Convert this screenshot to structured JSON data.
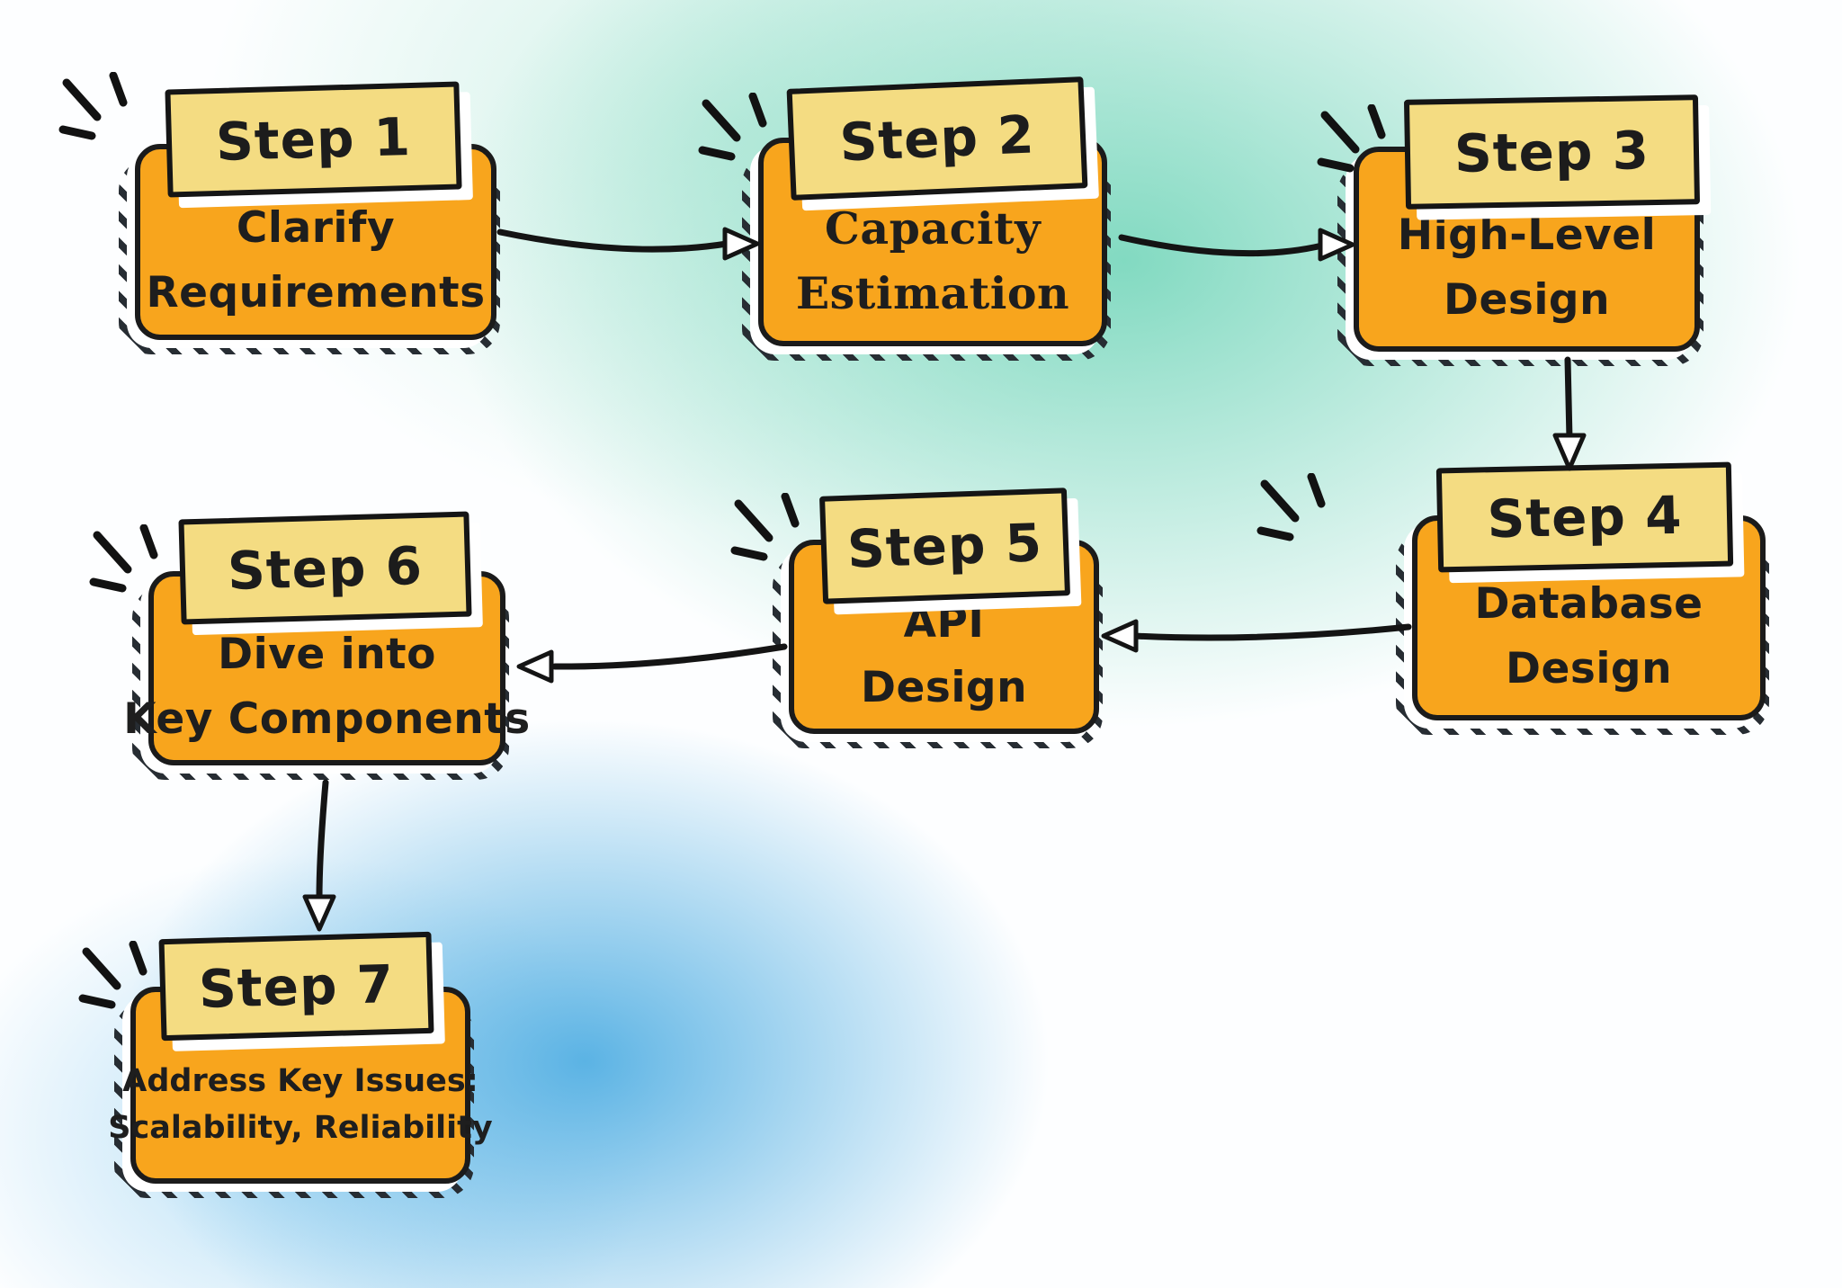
{
  "diagram": {
    "type": "flowchart",
    "steps": [
      {
        "label": "Step 1",
        "lines": [
          "Clarify",
          "Requirements"
        ]
      },
      {
        "label": "Step 2",
        "lines": [
          "Capacity",
          "Estimation"
        ]
      },
      {
        "label": "Step 3",
        "lines": [
          "High-Level",
          "Design"
        ]
      },
      {
        "label": "Step 4",
        "lines": [
          "Database",
          "Design"
        ]
      },
      {
        "label": "Step 5",
        "lines": [
          "API",
          "Design"
        ]
      },
      {
        "label": "Step 6",
        "lines": [
          "Dive into",
          "Key Components"
        ]
      },
      {
        "label": "Step 7",
        "lines": [
          "Address Key Issues:",
          "Scalability, Reliability"
        ]
      }
    ],
    "connections": [
      {
        "from": "Step 1",
        "to": "Step 2"
      },
      {
        "from": "Step 2",
        "to": "Step 3"
      },
      {
        "from": "Step 3",
        "to": "Step 4"
      },
      {
        "from": "Step 4",
        "to": "Step 5"
      },
      {
        "from": "Step 5",
        "to": "Step 6"
      },
      {
        "from": "Step 6",
        "to": "Step 7"
      }
    ],
    "icons": {
      "sparkle": "emphasis-burst",
      "arrowhead": "hollow-triangle"
    },
    "colors": {
      "box_fill": "#F8A51D",
      "label_fill": "#F4DC82",
      "outline": "#1B1B1B",
      "hatch_shadow": "#272D33",
      "arrow": "#141414",
      "background_teal": "#7CD8BE",
      "background_blue": "#4EADE2",
      "background_base": "#FDFEFF"
    }
  }
}
